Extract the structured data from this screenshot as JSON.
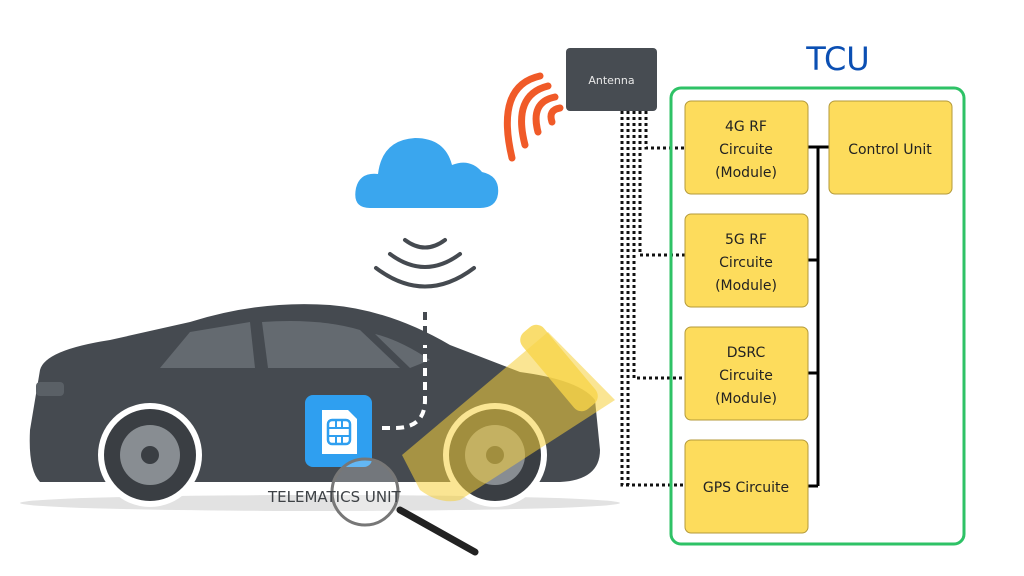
{
  "title": "TCU",
  "antenna": {
    "label": "Antenna"
  },
  "telematics_label": "TELEMATICS UNIT",
  "modules": [
    {
      "lines": [
        "4G RF",
        "Circuite",
        "(Module)"
      ]
    },
    {
      "lines": [
        "5G RF",
        "Circuite",
        "(Module)"
      ]
    },
    {
      "lines": [
        "DSRC",
        "Circuite",
        "(Module)"
      ]
    },
    {
      "lines": [
        "GPS Circuite"
      ]
    }
  ],
  "control_unit": {
    "label": "Control Unit"
  },
  "colors": {
    "tcu_border": "#2ec266",
    "title": "#0b4fb3",
    "module_fill": "#fddc5c",
    "antenna_fill": "#474c52",
    "signal": "#f05a28",
    "cloud": "#3aa6ee",
    "car": "#454a50"
  }
}
